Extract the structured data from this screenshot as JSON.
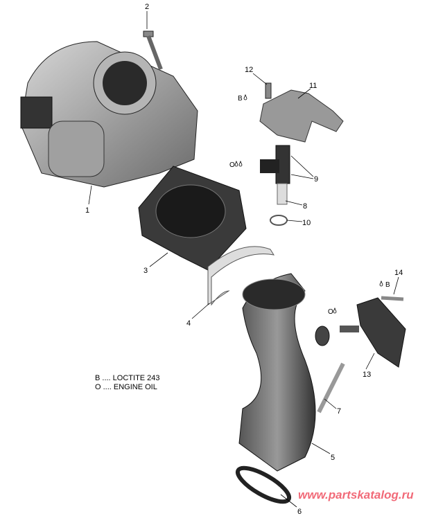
{
  "callouts": [
    "1",
    "2",
    "3",
    "4",
    "5",
    "6",
    "7",
    "8",
    "9",
    "10",
    "11",
    "12",
    "13",
    "14"
  ],
  "symbols": {
    "loctite": "B",
    "oil": "O"
  },
  "legend": [
    {
      "code": "B",
      "text": "B .... LOCTITE 243"
    },
    {
      "code": "O",
      "text": "O .... ENGINE OIL"
    }
  ],
  "watermark": "www.partskatalog.ru",
  "colors": {
    "part_dark": "#3a3a3a",
    "part_mid": "#8a8a8a",
    "part_light": "#c8c8c8",
    "watermark": "#f05a6a"
  }
}
